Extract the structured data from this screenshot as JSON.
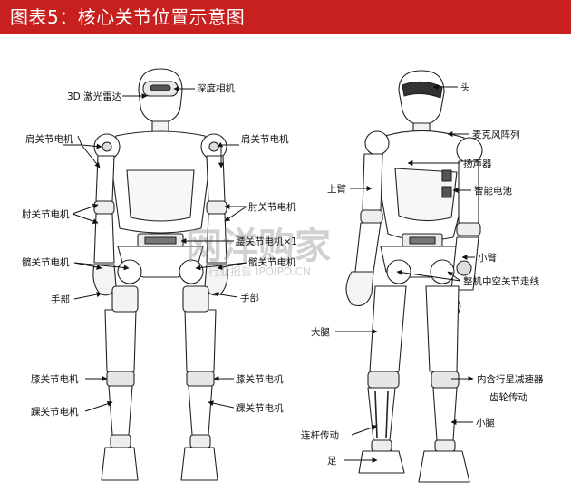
{
  "title": "图表5：核心关节位置示意图",
  "left_figure": {
    "labels": {
      "lidar": "3D 激光雷达",
      "depth_camera": "深度相机",
      "shoulder_left": "肩关节电机",
      "shoulder_right": "肩关节电机",
      "elbow_left": "肘关节电机",
      "elbow_right": "肘关节电机",
      "waist": "腰关节电机×1",
      "hip_left": "髋关节电机",
      "hip_right": "髋关节电机",
      "hand_left": "手部",
      "hand_right": "手部",
      "knee_left": "膝关节电机",
      "knee_right": "膝关节电机",
      "ankle_left": "踝关节电机",
      "ankle_right": "踝关节电机"
    }
  },
  "right_figure": {
    "labels": {
      "head": "头",
      "mic_array": "麦克风阵列",
      "speaker": "扬声器",
      "upper_arm": "上臂",
      "battery": "智能电池",
      "forearm": "小臂",
      "hollow_joint": "整机中空关节走线",
      "thigh": "大腿",
      "planetary_reducer": "内含行星减速器",
      "gear_drive": "齿轮传动",
      "shank": "小腿",
      "linkage": "连杆传动",
      "foot": "足"
    }
  },
  "watermark": {
    "main": "网洋购家",
    "sub": "行业报告 IPOIPO.CN"
  },
  "colors": {
    "header_bg": "#c8201f",
    "header_text": "#ffffff",
    "line": "#111111"
  }
}
